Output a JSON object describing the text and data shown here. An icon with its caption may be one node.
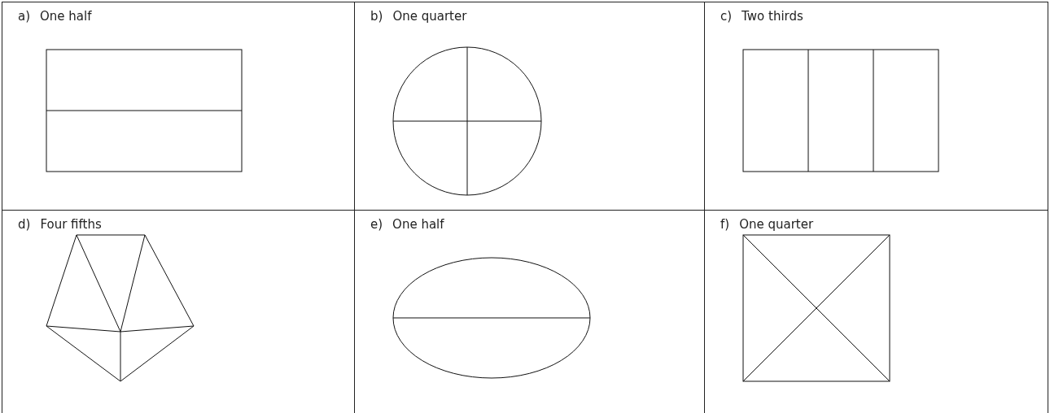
{
  "diagram": {
    "nodes": [
      {
        "text": [
          "a)",
          "One half"
        ]
      },
      {
        "text": [
          "b)",
          "One quarter"
        ]
      },
      {
        "text": [
          "c)",
          "Two thirds"
        ]
      },
      {
        "text": [
          "d)",
          "Four fifths"
        ]
      },
      {
        "text": [
          "e)",
          "One half"
        ]
      },
      {
        "text": [
          "f)",
          "One quarter"
        ]
      }
    ]
  }
}
